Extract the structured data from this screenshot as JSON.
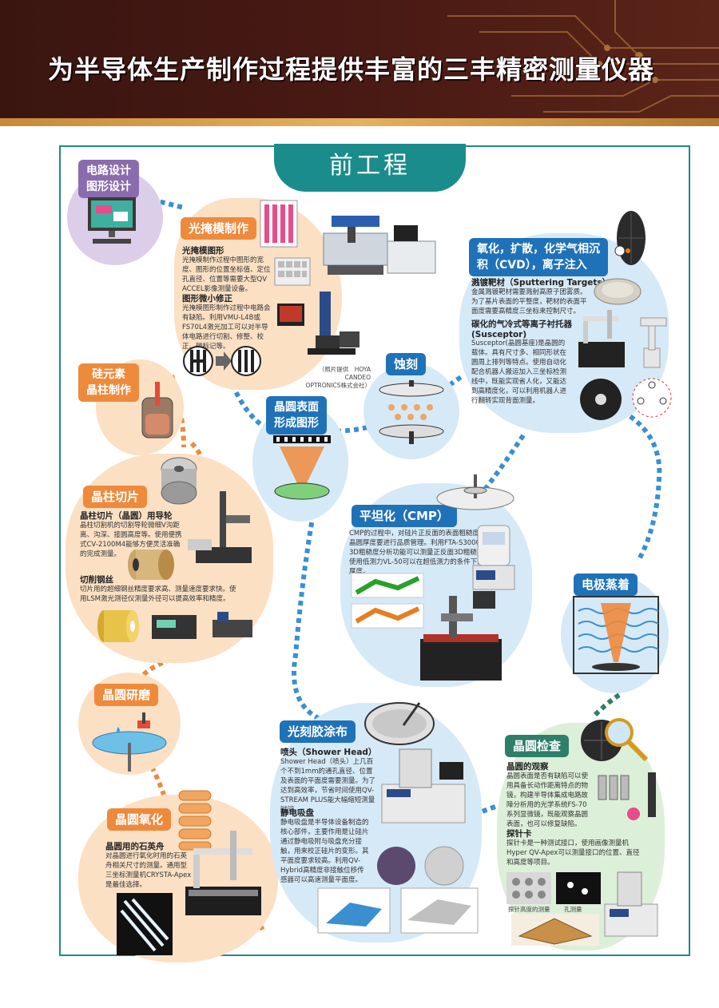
{
  "header": {
    "title": "为半导体生产制作过程提供丰富的三丰精密测量仪器"
  },
  "phase": "前工程",
  "sections": {
    "circuit": {
      "label_line1": "电路设计",
      "label_line2": "图形设计"
    },
    "photomask": {
      "label": "光掩模制作",
      "sub1": "光掩模图形",
      "text1": "光掩模制作过程中图形的宽度、图形的位置坐标值、定位孔直径、位置等需要大型QV ACCEL影像测量设备。",
      "sub2": "图形微小修正",
      "text2": "光掩模图形制作过程中电路会有缺陷。利用VMU-L4B或FS70L4激光加工可以对半导体电路进行切割、修整、校正、微标记等。",
      "caption_line1": "（照片提供　HOYA CANDEO",
      "caption_line2": "OPTRONICS株式会社）"
    },
    "silicon": {
      "label_line1": "硅元素",
      "label_line2": "晶柱制作"
    },
    "ingot": {
      "label": "晶柱切片",
      "sub1": "晶柱切片（晶圆）用导轮",
      "text1": "晶柱切割机的切割导轮微细V沟距离、沟深、接圆高度等。使用便携式CV-2100M4能够方便灵活准确的完成测量。",
      "sub2": "切削钢丝",
      "text2": "切片用的超细钢丝精度要求高、测量速度要求快。使用LSM激光测径仪测量外径可以提高效率和精度。"
    },
    "grinding": {
      "label": "晶圆研磨"
    },
    "oxidation": {
      "label": "晶圆氧化",
      "sub1": "晶圆用的石英舟",
      "text1": "对晶圆进行氧化时用的石英舟相关尺寸的测量。通用型三坐标测量机CRYSTA-Apex是最佳选择。"
    },
    "patterning": {
      "label_line1": "晶圆表面",
      "label_line2": "形成图形"
    },
    "etching": {
      "label": "蚀刻"
    },
    "cvd": {
      "label_line1": "氧化，扩散，化学气相沉",
      "label_line2": "积（CVD），离子注入",
      "sub1": "溅镀靶材（Sputtering Targets）",
      "text1": "金属溅镀靶材需要溅射高原子团雾质。为了基片表面的平整度，靶材的表面平面度需要高精度三坐标来控制尺寸。",
      "sub2_line1": "碳化的气冷式等离子衬托器",
      "sub2_line2": "(Susceptor)",
      "text2": "Susceptor(晶圆基座)是晶圆的载体。具有尺寸多、相同形状在圆周上排列等特点。使用自动化配合机器人搬运加入三坐标检测线中，既能实现省人化，又能达到高精度化，可以利用机器人进行翻转实现背面测量。"
    },
    "cmp": {
      "label": "平坦化（CMP）",
      "text1": "CMP的过程中，对硅片正反面的表面粗糙度和晶圆厚度要进行品质管理。利用FTA-S3000的3D粗糙度分析功能可以测量正反面3D粗糙度。使用低测力VL-50可以在超低测力的条件下测量厚度。"
    },
    "electrode": {
      "label": "电极蒸着"
    },
    "photoresist": {
      "label": "光刻胶涂布",
      "sub1": "喷头（Shower Head）",
      "text1": "Shower Head（喷头）上几百个不到1mm的通孔直径、位置及表面的平面度需要测量。为了达到高效率，节省时间使用QV-STREAM PLUS能大幅缩短测量时间。",
      "sub2": "静电吸盘",
      "text2": "静电吸盘是半导体设备制造的核心部件，主要作用是让硅片通过静电吸附与吸盘充分接触，用来校正硅片的变形。其平面度要求较高。利用QV-Hybrid高精度非接触位移传感器可以高速测量平面度。"
    },
    "inspection": {
      "label": "晶圆检查",
      "sub1": "晶圆的观察",
      "text1": "晶圆表面是否有缺陷可以使用具备长动作距离特点的物镜，构建半导体集成电路故障分析用的光学系统FS-70系列显微镜，既能观察晶圆表面，也可以修复缺陷。",
      "sub2": "探针卡",
      "text2": "探针卡是一种测试接口，使用画像测量机Hyper QV-Apex可以测量接口的位置、直径和高度等项目。",
      "cap1": "探针高度的测量",
      "cap2": "孔测量"
    }
  },
  "colors": {
    "orange": "#ee8a3c",
    "blue": "#1f72b8",
    "teal": "#1a8c8c",
    "green": "#2e7f6a",
    "purple": "#8a6cae"
  }
}
